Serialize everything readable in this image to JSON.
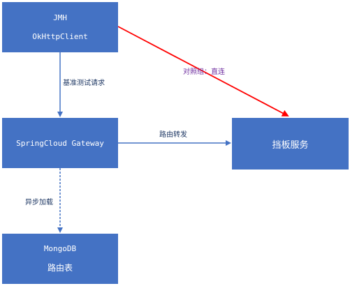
{
  "nodes": {
    "jmh": {
      "line1": "JMH",
      "line2": "OkHttpClient"
    },
    "gateway": {
      "label": "SpringCloud Gateway"
    },
    "mock": {
      "label": "挡板服务"
    },
    "mongo": {
      "line1": "MongoDB",
      "line2": "路由表"
    }
  },
  "edges": {
    "bench": {
      "label": "基准测试请求"
    },
    "direct": {
      "label": "对照组：直连"
    },
    "route": {
      "label": "路由转发"
    },
    "async": {
      "label": "异步加载"
    }
  },
  "colors": {
    "box": "#4472c4",
    "edge_blue": "#4472c4",
    "edge_red": "#ff0000",
    "label_dark": "#1f3864",
    "label_purple": "#7030a0"
  }
}
